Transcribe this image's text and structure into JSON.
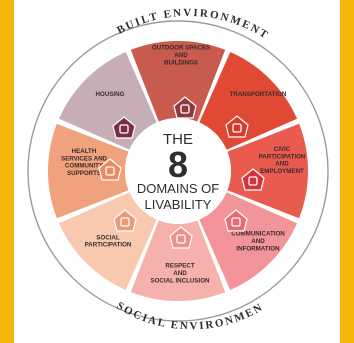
{
  "colors": {
    "frame": "#F5B80A",
    "background": "#FFFFFF",
    "ring_outline": "#9A9A9A",
    "center_text": "#2E2E2E",
    "segments": {
      "housing": "#C7ADB8",
      "outdoor_spaces": "#C85A4E",
      "transportation": "#E04A35",
      "civic": "#E95A4F",
      "communication": "#F3939A",
      "respect": "#F6B1AC",
      "social_participation": "#F8C9AE",
      "health": "#F0A27C"
    },
    "icon_badges": {
      "housing": "#7C2E48",
      "outdoor_spaces": "#8F3A3F",
      "transportation": "#D53A2A",
      "civic": "#D3333A",
      "communication": "#EA6B70",
      "respect": "#F08F8A",
      "social_participation": "#EE9A78",
      "health": "#EC8A64"
    }
  },
  "arc_top": "BUILT ENVIRONMENT",
  "arc_bottom": "SOCIAL ENVIRONMENT",
  "center": {
    "line1": "THE",
    "number": "8",
    "line2": "DOMAINS OF",
    "line3": "LIVABILITY"
  },
  "domains": [
    {
      "key": "housing",
      "lines": [
        "HOUSING"
      ],
      "icon": "house-icon"
    },
    {
      "key": "outdoor_spaces",
      "lines": [
        "OUTDOOR SPACES",
        "AND",
        "BUILDINGS"
      ],
      "icon": "park-bench-icon"
    },
    {
      "key": "transportation",
      "lines": [
        "TRANSPORTATION"
      ],
      "icon": "bicycle-icon"
    },
    {
      "key": "civic",
      "lines": [
        "CIVIC",
        "PARTICIPATION",
        "AND",
        "EMPLOYMENT"
      ],
      "icon": "building-icon"
    },
    {
      "key": "communication",
      "lines": [
        "COMMUNICATION",
        "AND",
        "INFORMATION"
      ],
      "icon": "tablet-icon"
    },
    {
      "key": "respect",
      "lines": [
        "RESPECT",
        "AND",
        "SOCIAL INCLUSION"
      ],
      "icon": "handshake-icon"
    },
    {
      "key": "social_participation",
      "lines": [
        "SOCIAL",
        "PARTICIPATION"
      ],
      "icon": "people-icon"
    },
    {
      "key": "health",
      "lines": [
        "HEALTH",
        "SERVICES AND",
        "COMMUNITY",
        "SUPPORTS"
      ],
      "icon": "heartbeat-icon"
    }
  ]
}
